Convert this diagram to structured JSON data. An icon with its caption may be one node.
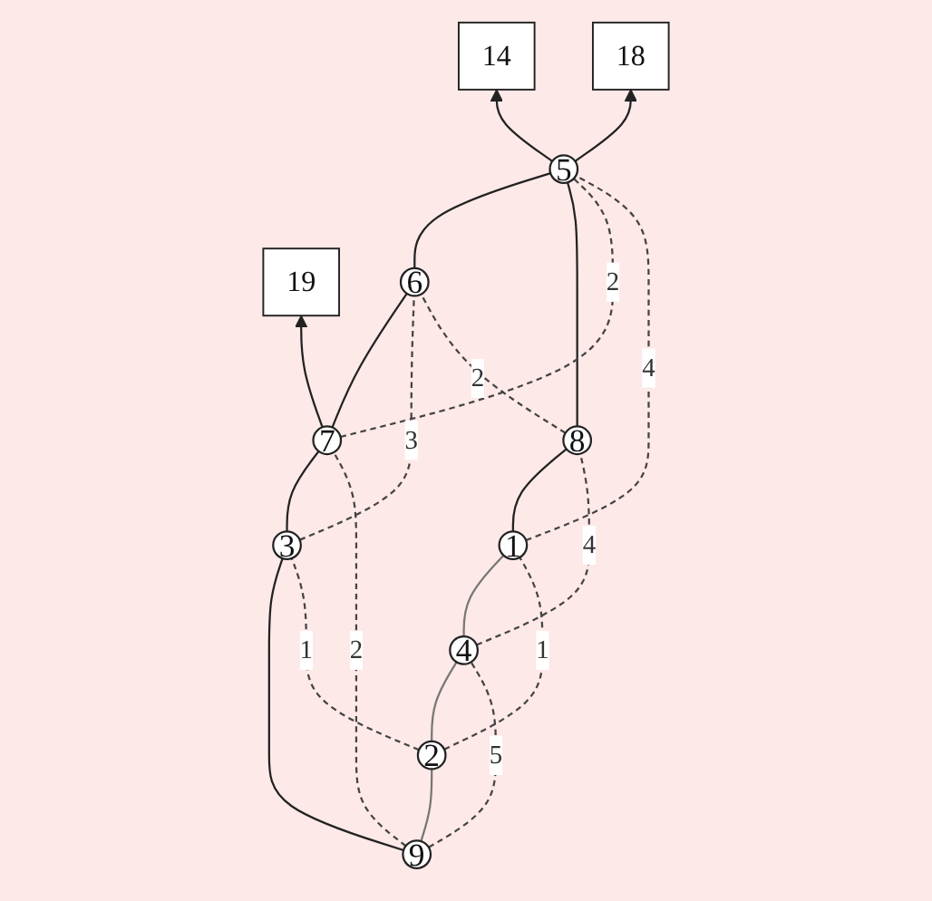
{
  "diagram": {
    "nodes": [
      {
        "text": [
          "19"
        ]
      },
      {
        "text": [
          "14"
        ]
      },
      {
        "text": [
          "7"
        ]
      },
      {
        "text": [
          "6"
        ]
      },
      {
        "text": [
          "5"
        ]
      },
      {
        "text": [
          "18"
        ]
      },
      {
        "text": [
          "3"
        ]
      },
      {
        "text": [
          "8"
        ]
      },
      {
        "text": [
          "9"
        ]
      },
      {
        "text": [
          "2"
        ]
      },
      {
        "text": [
          "4"
        ]
      },
      {
        "text": [
          "1"
        ]
      }
    ],
    "edges": [
      {
        "from": 2,
        "to": 0,
        "arrow": "to"
      },
      {
        "from": 4,
        "to": 1,
        "arrow": "to"
      },
      {
        "from": 4,
        "to": 5,
        "arrow": "to"
      },
      {
        "from": 2,
        "to": 3,
        "arrow": "none"
      },
      {
        "from": 3,
        "to": 4,
        "arrow": "none"
      },
      {
        "from": 6,
        "to": 2,
        "arrow": "none"
      },
      {
        "from": 8,
        "to": 6,
        "arrow": "none"
      },
      {
        "from": 7,
        "to": 4,
        "arrow": "none"
      },
      {
        "from": 11,
        "to": 7,
        "arrow": "none"
      },
      {
        "from": 8,
        "to": 9,
        "arrow": "none",
        "color": "#777777"
      },
      {
        "from": 9,
        "to": 10,
        "arrow": "none",
        "color": "#777777"
      },
      {
        "from": 10,
        "to": 11,
        "arrow": "none",
        "color": "#777777"
      },
      {
        "from": 2,
        "to": 4,
        "arrow": "none",
        "style": "dashed",
        "label": "2"
      },
      {
        "from": 8,
        "to": 2,
        "arrow": "none",
        "style": "dashed",
        "label": "2"
      },
      {
        "from": 6,
        "to": 3,
        "arrow": "none",
        "style": "dashed",
        "label": "3"
      },
      {
        "from": 7,
        "to": 3,
        "arrow": "none",
        "style": "dashed",
        "label": "2"
      },
      {
        "from": 9,
        "to": 6,
        "arrow": "none",
        "style": "dashed",
        "label": "1"
      },
      {
        "from": 10,
        "to": 7,
        "arrow": "none",
        "style": "dashed",
        "label": "4"
      },
      {
        "from": 11,
        "to": 4,
        "arrow": "none",
        "style": "dashed",
        "label": "4"
      },
      {
        "from": 8,
        "to": 10,
        "arrow": "none",
        "style": "dashed",
        "label": "5"
      },
      {
        "from": 9,
        "to": 11,
        "arrow": "none",
        "style": "dashed",
        "label": "1"
      }
    ]
  }
}
